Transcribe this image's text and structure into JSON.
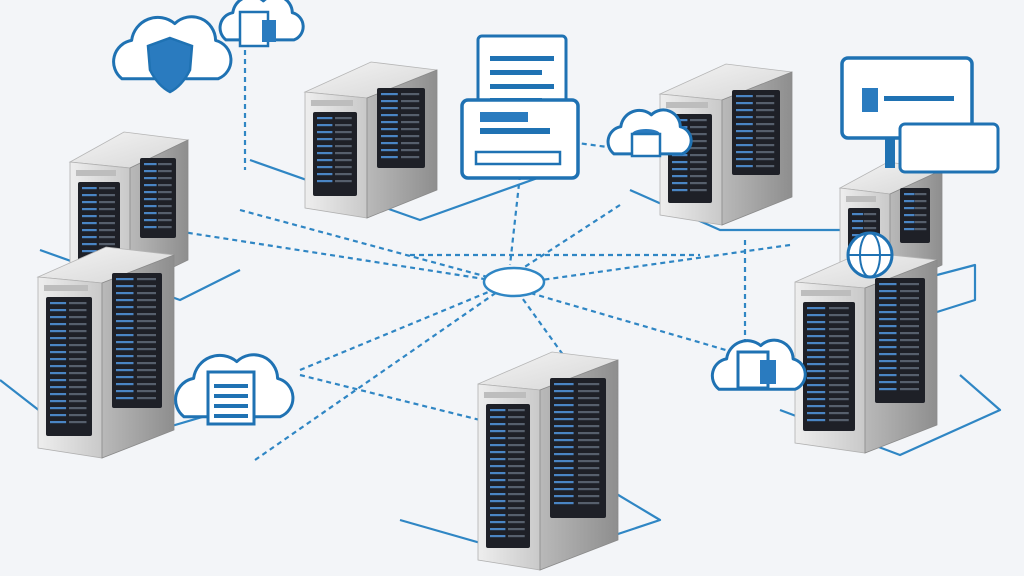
{
  "scene": {
    "kind": "isometric-network-illustration",
    "colors": {
      "background": "#f3f5f8",
      "line": "#2f86c4",
      "icon_stroke": "#1f72b3",
      "icon_fill": "#ffffff",
      "icon_fill_accent": "#2a7bbf",
      "server_light": "#e6e6e6",
      "server_mid": "#c3c3c3",
      "server_dark": "#9a9a9a",
      "rack_panel": "#1e2027",
      "rack_led": "#4f90d6"
    },
    "servers": [
      {
        "name": "server-top-center"
      },
      {
        "name": "server-top-right"
      },
      {
        "name": "server-left-back"
      },
      {
        "name": "server-left-front"
      },
      {
        "name": "server-right-back"
      },
      {
        "name": "server-right-front"
      },
      {
        "name": "server-bottom-center"
      }
    ],
    "icons": [
      {
        "name": "shield-cloud-icon"
      },
      {
        "name": "document-cloud-icon"
      },
      {
        "name": "document-printer-icon"
      },
      {
        "name": "database-cloud-icon"
      },
      {
        "name": "monitor-window-icon"
      },
      {
        "name": "globe-icon"
      },
      {
        "name": "file-cloud-left-icon"
      },
      {
        "name": "file-cloud-right-icon"
      },
      {
        "name": "central-hub-node"
      }
    ]
  }
}
